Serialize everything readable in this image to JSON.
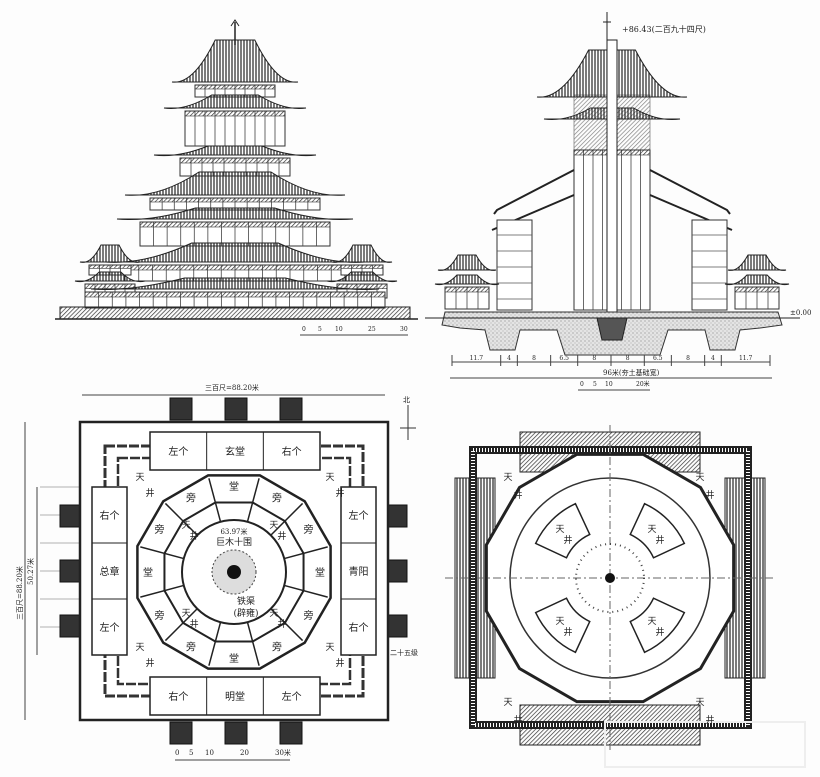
{
  "elevation": {
    "scale_ticks": [
      "0",
      "5",
      "10",
      "25",
      "30"
    ]
  },
  "section": {
    "top_elevation": "+86.43(二百九十四尺)",
    "ground_level": "±0.00",
    "dimensions": [
      "11.7",
      "4",
      "8",
      "6.5",
      "8",
      "8",
      "6.5",
      "8",
      "4",
      "11.7"
    ],
    "foundation_width": "96米(夯土基础宽)",
    "scale_ticks": [
      "0",
      "5",
      "10",
      "20米"
    ]
  },
  "plan": {
    "top_dimension": "三百尺=88.20米",
    "left_dimension": "三百尺=88.20米",
    "inner_dimension": "50.27米",
    "north_label": "北",
    "steps_label": "二十五级",
    "rooms_top": [
      "左个",
      "玄堂",
      "右个"
    ],
    "rooms_left": [
      "右个",
      "总章",
      "左个"
    ],
    "rooms_right": [
      "左个",
      "青阳",
      "右个"
    ],
    "rooms_bottom": [
      "右个",
      "明堂",
      "左个"
    ],
    "hall_label": "堂",
    "side_label": "旁",
    "courtyard_label": [
      "天",
      "井"
    ],
    "center_diameter": "63.97米",
    "center_pillar": "巨木十围",
    "center_base": "铁渠",
    "center_base_sub": "(辟雍)",
    "scale_ticks": [
      "0",
      "5",
      "10",
      "20",
      "30米"
    ]
  },
  "roof_plan": {
    "courtyard_label": [
      "天",
      "井"
    ]
  }
}
